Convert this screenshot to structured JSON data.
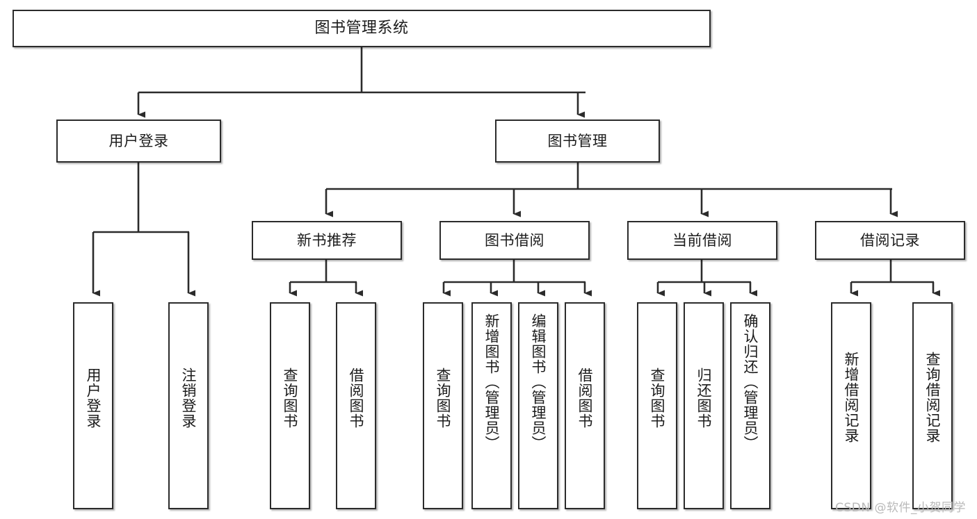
{
  "diagram": {
    "title": "图书管理系统",
    "type": "hierarchy-tree",
    "watermark": "CSDN @软件_小贺同学",
    "colors": {
      "box_border": "#2b2b2b",
      "box_fill": "#ffffff",
      "edge": "#2b2b2b",
      "text": "#1b1b1b",
      "watermark": "#b9b9b9"
    },
    "nodes": {
      "root": {
        "label": "图书管理系统"
      },
      "level2": [
        {
          "label": "用户登录"
        },
        {
          "label": "图书管理"
        }
      ],
      "level3": [
        {
          "label": "新书推荐"
        },
        {
          "label": "图书借阅"
        },
        {
          "label": "当前借阅"
        },
        {
          "label": "借阅记录"
        }
      ],
      "leaves": {
        "user_login": [
          {
            "label": "用户登录"
          },
          {
            "label": "注销登录"
          }
        ],
        "new_book": [
          {
            "label": "查询图书"
          },
          {
            "label": "借阅图书"
          }
        ],
        "book_borrow": [
          {
            "label": "查询图书"
          },
          {
            "label": "新增图书（管理员）"
          },
          {
            "label": "编辑图书（管理员）"
          },
          {
            "label": "借阅图书"
          }
        ],
        "current_borrow": [
          {
            "label": "查询图书"
          },
          {
            "label": "归还图书"
          },
          {
            "label": "确认归还（管理员）"
          }
        ],
        "borrow_record": [
          {
            "label": "新增借阅记录"
          },
          {
            "label": "查询借阅记录"
          }
        ]
      }
    }
  }
}
